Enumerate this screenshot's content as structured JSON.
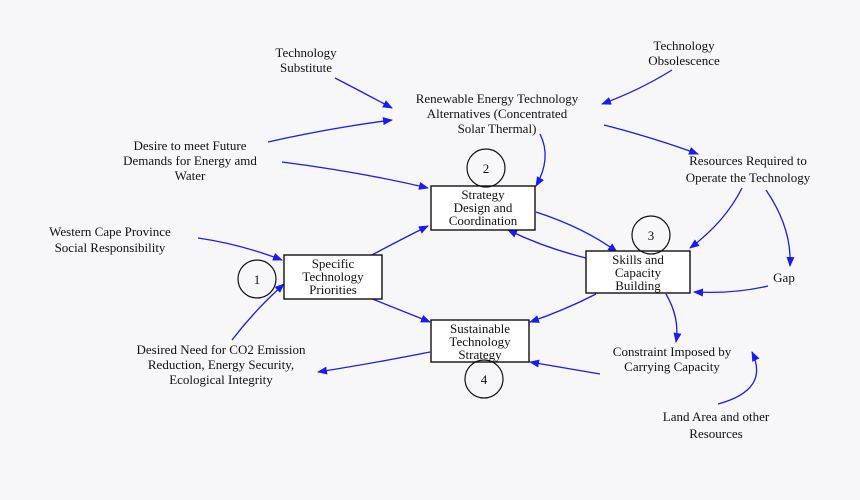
{
  "boxes": {
    "strategy_design": [
      "Strategy",
      "Design and",
      "Coordination"
    ],
    "specific_tech": [
      "Specific",
      "Technology",
      "Priorities"
    ],
    "skills_capacity": [
      "Skills and",
      "Capacity",
      "Building"
    ],
    "sustainable_tech": [
      "Sustainable",
      "Technology",
      "Strategy"
    ]
  },
  "circles": {
    "c1": "1",
    "c2": "2",
    "c3": "3",
    "c4": "4"
  },
  "labels": {
    "tech_substitute": [
      "Technology",
      "Substitute"
    ],
    "tech_obsolescence": [
      "Technology",
      "Obsolescence"
    ],
    "renewable_alternatives": [
      "Renewable Energy Technology",
      "Alternatives (Concentrated",
      "Solar Thermal)"
    ],
    "desire_future": [
      "Desire to meet Future",
      "Demands for Energy amd",
      "Water"
    ],
    "resources_required": [
      "Resources Required to",
      "Operate the Technology"
    ],
    "western_cape": [
      "Western Cape Province",
      "Social Responsibility"
    ],
    "gap": [
      "Gap"
    ],
    "desired_need": [
      "Desired Need for CO2 Emission",
      "Reduction, Energy Security,",
      "Ecological Integrity"
    ],
    "constraint": [
      "Constraint Imposed by",
      "Carrying Capacity"
    ],
    "land_area": [
      "Land Area and other",
      "Resources"
    ]
  },
  "colors": {
    "arrow": "#1a1aff",
    "box_stroke": "#111111",
    "background": "#f7f7f9"
  }
}
